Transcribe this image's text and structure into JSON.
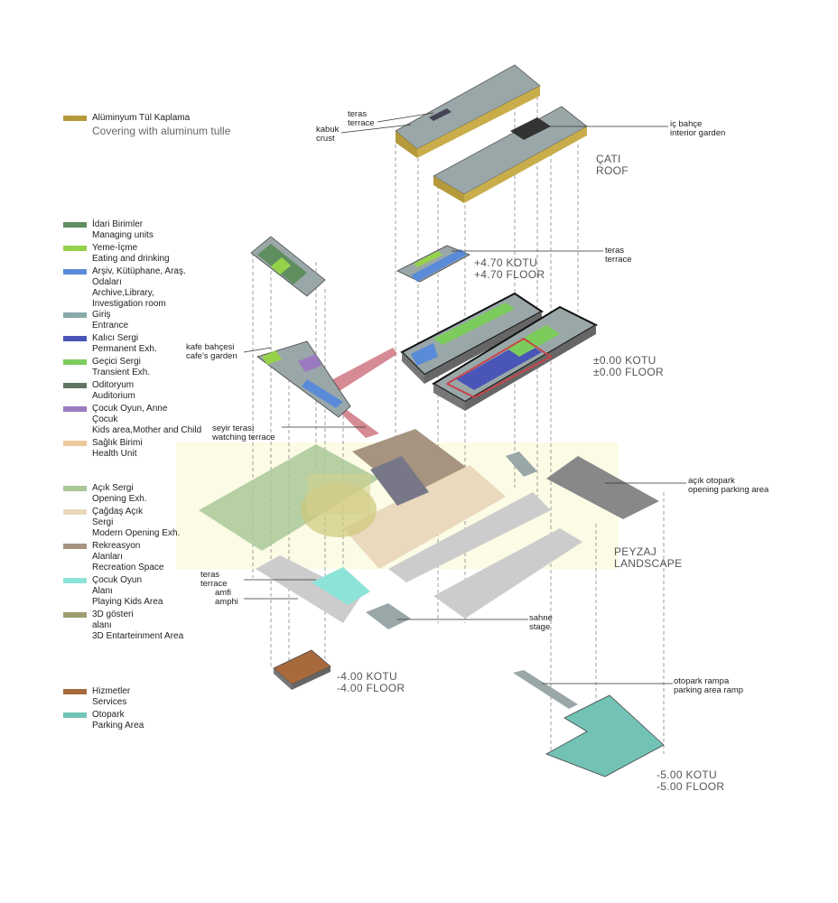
{
  "legend": {
    "roof": [
      {
        "tr": "Alüminyum Tül Kaplama",
        "en": "Covering with aluminum tulle",
        "color": "#b59a3c"
      }
    ],
    "upper": [
      {
        "tr": "İdari Birimler",
        "en": "Managing units",
        "color": "#5f8f5f"
      },
      {
        "tr": "Yeme-İçme",
        "en": "Eating and drinking",
        "color": "#95d24a"
      },
      {
        "tr": "Arşiv, Kütüphane, Araş. Odaları",
        "en": "Archive,Library,\nInvestigation room",
        "color": "#5a8bd8"
      }
    ],
    "ground": [
      {
        "tr": "Giriş",
        "en": "Entrance",
        "color": "#88aaa8"
      },
      {
        "tr": "Kalıcı Sergi",
        "en": "Permanent Exh.",
        "color": "#4a55b8"
      },
      {
        "tr": "Geçici Sergi",
        "en": "Transient Exh.",
        "color": "#7ccc5c"
      },
      {
        "tr": "Oditoryum",
        "en": "Auditorium",
        "color": "#607560"
      },
      {
        "tr": "Çocuk Oyun, Anne Çocuk",
        "en": "Kids area,Mother and Child",
        "color": "#9b7bbf"
      },
      {
        "tr": "Sağlık Birimi",
        "en": "Health Unit",
        "color": "#ecc99a"
      }
    ],
    "landscape": [
      {
        "tr": "Açık Sergi",
        "en": "Opening Exh.",
        "color": "#a9c898"
      },
      {
        "tr": "Çağdaş Açık Sergi",
        "en": "Modern Opening Exh.",
        "color": "#ead9bd"
      },
      {
        "tr": "Rekreasyon Alanları",
        "en": "Recreation Space",
        "color": "#a69480"
      },
      {
        "tr": "Çocuk Oyun Alanı",
        "en": "Playing Kids Area",
        "color": "#8de3d8"
      },
      {
        "tr": "3D gösteri alanı",
        "en": "3D Entarteinment Area",
        "color": "#9c9e6e"
      }
    ],
    "basement": [
      {
        "tr": "Hizmetler",
        "en": "Services",
        "color": "#a86a3c"
      },
      {
        "tr": "Otopark",
        "en": "Parking Area",
        "color": "#72c3b6"
      }
    ]
  },
  "labels": {
    "teras_roof": {
      "tr": "teras",
      "en": "terrace"
    },
    "kabuk": {
      "tr": "kabuk",
      "en": "crust"
    },
    "ic_bahce": {
      "tr": "iç bahçe",
      "en": "interior garden"
    },
    "teras_upper": {
      "tr": "teras",
      "en": "terrace"
    },
    "kafe": {
      "tr": "kafe bahçesi",
      "en": "cafe's garden"
    },
    "seyir": {
      "tr": "seyir terası",
      "en": "watching terrace"
    },
    "acik_otopark": {
      "tr": "açık otopark",
      "en": "opening parking area"
    },
    "teras_lower": {
      "tr": "teras",
      "en": "terrace"
    },
    "amfi": {
      "tr": "amfi",
      "en": "amphi"
    },
    "sahne": {
      "tr": "sahne",
      "en": "stage"
    },
    "rampa": {
      "tr": "otopark rampa",
      "en": "parking area ramp"
    }
  },
  "levels": {
    "roof": {
      "tr": "ÇATI",
      "en": "ROOF"
    },
    "upper": {
      "tr": "+4.70 KOTU",
      "en": "+4.70 FLOOR"
    },
    "ground": {
      "tr": "±0.00 KOTU",
      "en": "±0.00 FLOOR"
    },
    "landscape": {
      "tr": "PEYZAJ",
      "en": "LANDSCAPE"
    },
    "minus4": {
      "tr": "-4.00 KOTU",
      "en": "-4.00 FLOOR"
    },
    "minus5": {
      "tr": "-5.00 KOTU",
      "en": "-5.00 FLOOR"
    }
  }
}
